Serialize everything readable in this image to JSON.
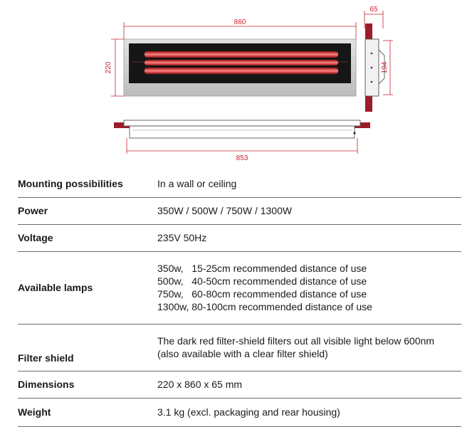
{
  "drawing": {
    "dims": {
      "width_front": "860",
      "height_front": "220",
      "depth_side": "65",
      "height_side": "194",
      "width_top": "853"
    },
    "colors": {
      "dimension": "#c8202f",
      "frame": "#c9c9c9",
      "panel": "#1a1a1a",
      "glow": "#ff3b3b",
      "bracket": "#9b1c2a"
    }
  },
  "specs": [
    {
      "label": "Mounting possibilities",
      "lines": [
        "In a wall or ceiling"
      ]
    },
    {
      "label": "Power",
      "lines": [
        "350W / 500W / 750W / 1300W"
      ]
    },
    {
      "label": "Voltage",
      "lines": [
        "235V 50Hz"
      ]
    },
    {
      "label": "Available lamps",
      "lines": [
        "350w,   15-25cm recommended distance of use",
        "500w,   40-50cm recommended distance of use",
        "750w,   60-80cm recommended distance of use",
        "1300w, 80-100cm recommended distance of use"
      ]
    },
    {
      "label": "Filter shield",
      "label_align": "bottom",
      "lines": [
        "The dark red filter-shield filters out all visible light below 600nm",
        "(also available with a clear filter shield)"
      ]
    },
    {
      "label": "Dimensions",
      "lines": [
        "220 x 860 x 65 mm"
      ]
    },
    {
      "label": "Weight",
      "lines": [
        "3.1 kg (excl. packaging and rear housing)"
      ]
    }
  ]
}
